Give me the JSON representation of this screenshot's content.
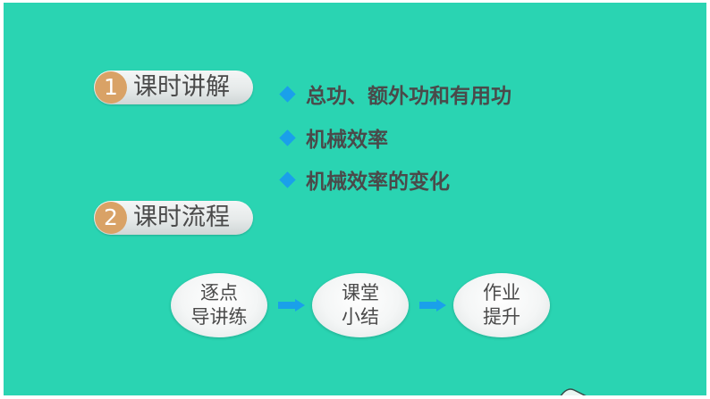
{
  "sections": [
    {
      "number": "1",
      "title": "课时讲解"
    },
    {
      "number": "2",
      "title": "课时流程"
    }
  ],
  "bullets": [
    "总功、额外功和有用功",
    "机械效率",
    "机械效率的变化"
  ],
  "flow": [
    {
      "line1": "逐点",
      "line2": "导讲练"
    },
    {
      "line1": "课堂",
      "line2": "小结"
    },
    {
      "line1": "作业",
      "line2": "提升"
    }
  ],
  "colors": {
    "background": "#2ad4b2",
    "badge": "#d9a266",
    "bullet_marker": "#1aa0ea",
    "arrow": "#1aa0ea",
    "text": "#4a4a4a"
  },
  "icons": {
    "bullet_marker": "diamond-icon",
    "flow_connector": "arrow-right-icon"
  }
}
